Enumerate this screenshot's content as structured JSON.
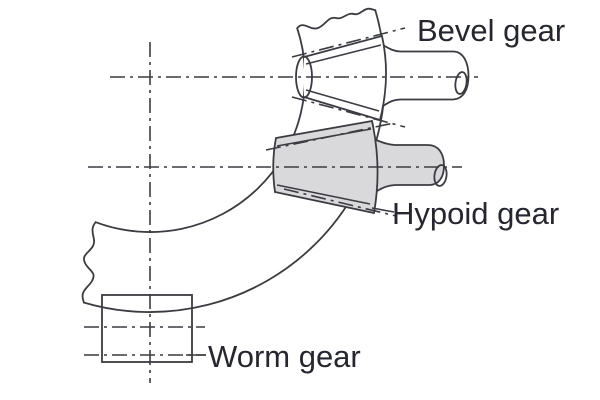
{
  "diagram": {
    "kind": "gear-types-technical-drawing",
    "parts": [
      {
        "id": "bevel",
        "label": "Bevel gear"
      },
      {
        "id": "hypoid",
        "label": "Hypoid gear"
      },
      {
        "id": "worm",
        "label": "Worm gear"
      }
    ],
    "labels": {
      "bevel": "Bevel gear",
      "hypoid": "Hypoid gear",
      "worm": "Worm gear"
    }
  },
  "colors": {
    "line": "#3b3c41",
    "gear_fill": "#d9d9db",
    "label_text": "#26272e",
    "background": "#ffffff"
  }
}
